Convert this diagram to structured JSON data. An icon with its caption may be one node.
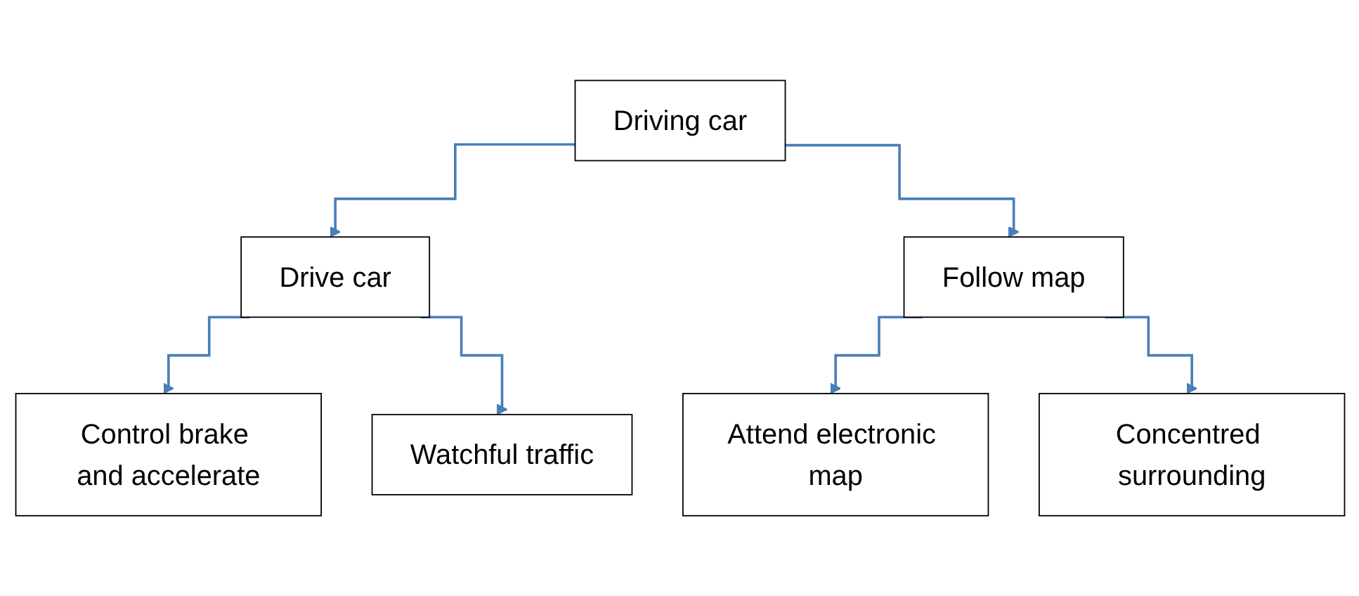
{
  "diagram": {
    "nodes": [
      {
        "text": [
          "Driving car"
        ]
      },
      {
        "text": [
          "Drive car"
        ]
      },
      {
        "text": [
          "Follow map"
        ]
      },
      {
        "text": [
          "Control brake and accelerate"
        ]
      },
      {
        "text": [
          "Watchful traffic"
        ]
      },
      {
        "text": [
          "Attend electronic map"
        ]
      },
      {
        "text": [
          "Concentred surrounding"
        ]
      }
    ],
    "edges": [
      {
        "from": 0,
        "to": 1,
        "arrow": "to"
      },
      {
        "from": 0,
        "to": 2,
        "arrow": "to"
      },
      {
        "from": 1,
        "to": 3,
        "arrow": "to"
      },
      {
        "from": 1,
        "to": 4,
        "arrow": "to"
      },
      {
        "from": 2,
        "to": 5,
        "arrow": "to"
      },
      {
        "from": 2,
        "to": 6,
        "arrow": "to"
      }
    ]
  }
}
